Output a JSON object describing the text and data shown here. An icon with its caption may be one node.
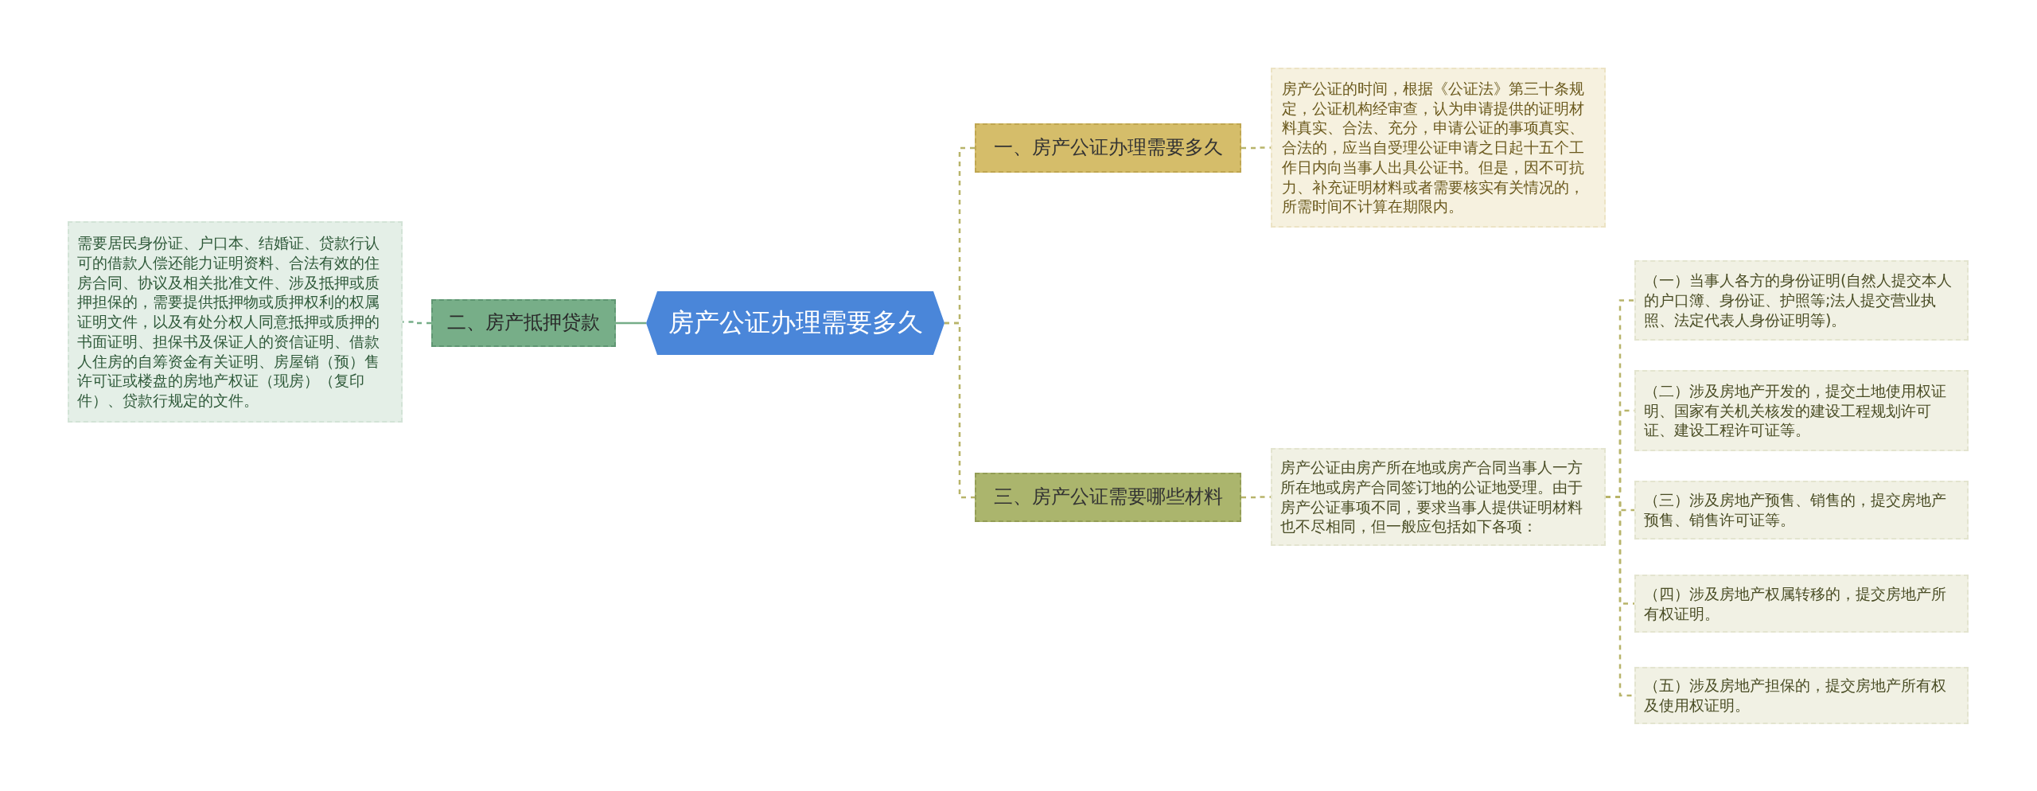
{
  "diagram": {
    "nodes": [
      {
        "text": [
          "房产公证办理需要多久"
        ]
      },
      {
        "text": [
          "一、房产公证办理需要多久"
        ]
      },
      {
        "text": [
          "房产公证的时间，根据《公证法》第三十条规定，公证机构经审查，认为申请提供的证明材料真实、合法、充分，申请公证的事项真实、合法的，应当自受理公证申请之日起十五个工作日内向当事人出具公证书。但是，因不可抗力、补充证明材料或者需要核实有关情况的，所需时间不计算在期限内。"
        ]
      },
      {
        "text": [
          "二、房产抵押贷款"
        ]
      },
      {
        "text": [
          "需要居民身份证、户口本、结婚证、贷款行认可的借款人偿还能力证明资料、合法有效的住房合同、协议及相关批准文件、涉及抵押或质押担保的，需要提供抵押物或质押权利的权属证明文件，以及有处分权人同意抵押或质押的书面证明、担保书及保证人的资信证明、借款人住房的自筹资金有关证明、房屋销（预）售许可证或楼盘的房地产权证（现房）（复印件）、贷款行规定的文件。"
        ]
      },
      {
        "text": [
          "三、房产公证需要哪些材料"
        ]
      },
      {
        "text": [
          "房产公证由房产所在地或房产合同当事人一方所在地或房产合同签订地的公证地受理。由于房产公证事项不同，要求当事人提供证明材料也不尽相同，但一般应包括如下各项："
        ]
      },
      {
        "text": [
          "（一）当事人各方的身份证明(自然人提交本人的户口簿、身份证、护照等;法人提交营业执照、法定代表人身份证明等)。"
        ]
      },
      {
        "text": [
          "（二）涉及房地产开发的，提交土地使用权证明、国家有关机关核发的建设工程规划许可证、建设工程许可证等。"
        ]
      },
      {
        "text": [
          "（三）涉及房地产预售、销售的，提交房地产预售、销售许可证等。"
        ]
      },
      {
        "text": [
          "（四）涉及房地产权属转移的，提交房地产所有权证明。"
        ]
      },
      {
        "text": [
          "（五）涉及房地产担保的，提交房地产所有权及使用权证明。"
        ]
      }
    ],
    "edges": [
      {
        "from": 0,
        "to": 1,
        "arrow": "none",
        "style": "dashed"
      },
      {
        "from": 1,
        "to": 2,
        "arrow": "none",
        "style": "dashed"
      },
      {
        "from": 0,
        "to": 3,
        "arrow": "none",
        "color": "#76ad88"
      },
      {
        "from": 3,
        "to": 4,
        "arrow": "none",
        "style": "dashed",
        "color": "#76ad88"
      },
      {
        "from": 0,
        "to": 5,
        "arrow": "none",
        "style": "dashed"
      },
      {
        "from": 5,
        "to": 6,
        "arrow": "none",
        "style": "dashed"
      },
      {
        "from": 6,
        "to": 7,
        "arrow": "none",
        "style": "dashed"
      },
      {
        "from": 6,
        "to": 8,
        "arrow": "none",
        "style": "dashed"
      },
      {
        "from": 6,
        "to": 9,
        "arrow": "none",
        "style": "dashed"
      },
      {
        "from": 6,
        "to": 10,
        "arrow": "none",
        "style": "dashed"
      },
      {
        "from": 6,
        "to": 11,
        "arrow": "none",
        "style": "dashed"
      }
    ]
  }
}
